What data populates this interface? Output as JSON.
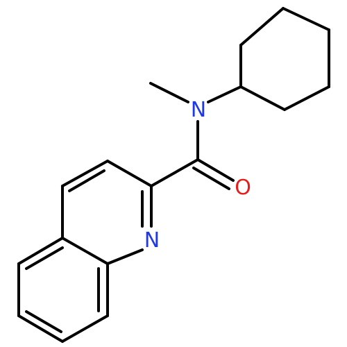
{
  "molecule": {
    "atoms": {
      "nitrogen_amide": {
        "symbol": "N",
        "color": "#1f39e6"
      },
      "oxygen_carbonyl": {
        "symbol": "O",
        "color": "#e61d1d"
      },
      "nitrogen_ring": {
        "symbol": "N",
        "color": "#1f39e6"
      }
    },
    "colors": {
      "bond": "#000000",
      "background": "#ffffff"
    }
  }
}
